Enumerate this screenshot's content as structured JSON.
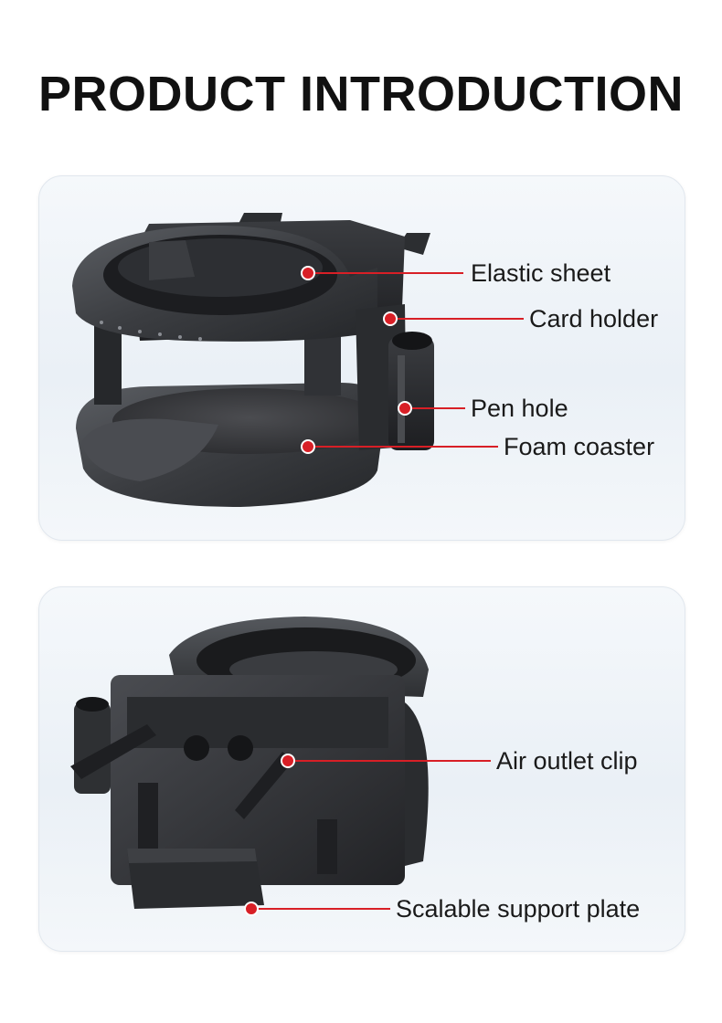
{
  "page": {
    "title": "PRODUCT INTRODUCTION"
  },
  "accent_color": "#d81f26",
  "panel_top": {
    "callouts": [
      {
        "id": "elastic-sheet",
        "label": "Elastic sheet"
      },
      {
        "id": "card-holder",
        "label": "Card holder"
      },
      {
        "id": "pen-hole",
        "label": "Pen hole"
      },
      {
        "id": "foam-coaster",
        "label": "Foam coaster"
      }
    ]
  },
  "panel_bottom": {
    "callouts": [
      {
        "id": "air-outlet-clip",
        "label": "Air outlet clip"
      },
      {
        "id": "scalable-support-plate",
        "label": "Scalable support plate"
      }
    ]
  }
}
